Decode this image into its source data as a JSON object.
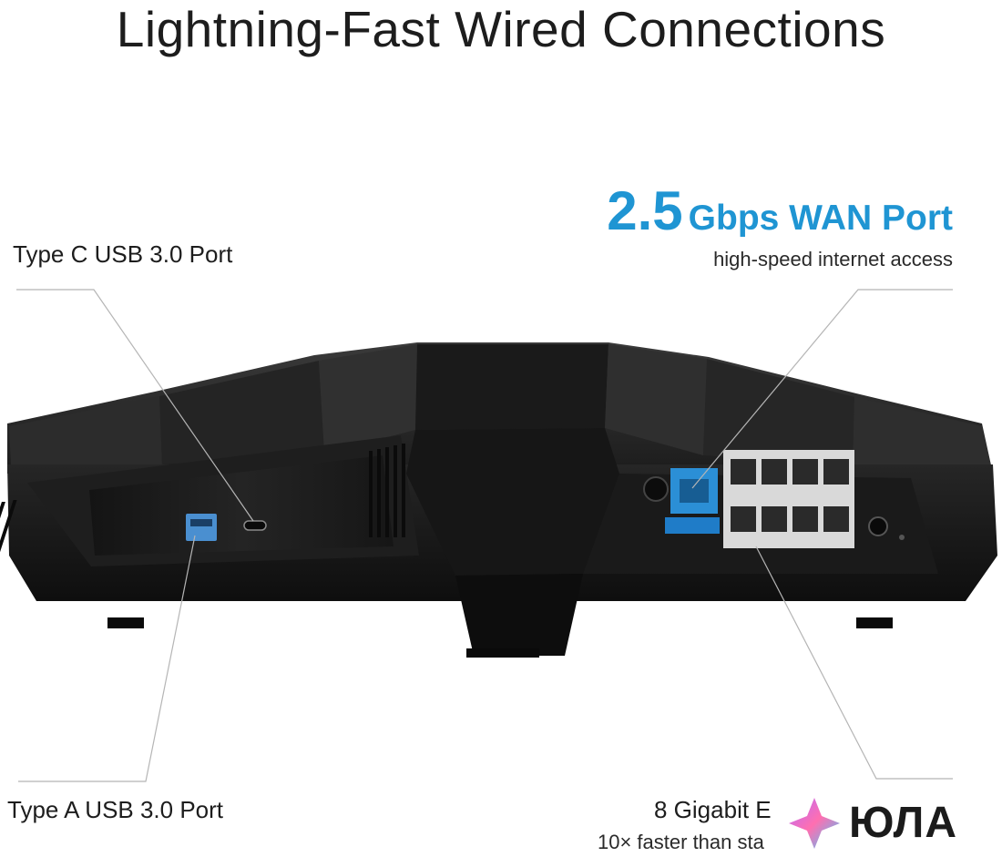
{
  "title": "Lightning-Fast Wired Connections",
  "callouts": {
    "type_c": {
      "label": "Type C USB 3.0 Port"
    },
    "type_a": {
      "label": "Type A USB 3.0 Port"
    },
    "wan": {
      "value": "2.5",
      "unit_label": "Gbps WAN Port",
      "subtitle": "high-speed internet access"
    },
    "lan": {
      "label": "8 Gigabit E",
      "subtitle": "10× faster than sta"
    }
  },
  "watermark": {
    "text": "ЮЛА",
    "icon": "star-sparkle-icon"
  },
  "colors": {
    "accent": "#1f95d3",
    "text": "#1d1d1d",
    "router_body": "#1a1a1a",
    "wan_port": "#2b8fd6"
  }
}
